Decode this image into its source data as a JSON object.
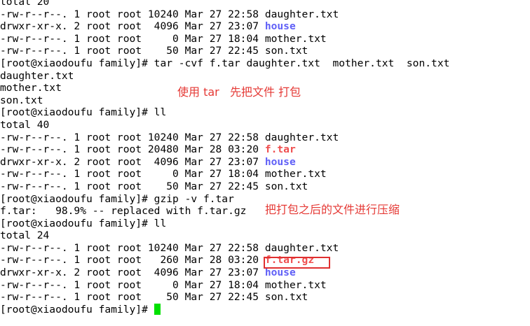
{
  "terminal": {
    "lines": [
      [
        {
          "t": "total 20"
        }
      ],
      [
        {
          "t": "-rw-r--r--. 1 root root 10240 Mar 27 22:58 "
        },
        {
          "t": "daughter.txt"
        }
      ],
      [
        {
          "t": "drwxr-xr-x. 2 root root  4096 Mar 27 23:07 "
        },
        {
          "t": "house",
          "c": "dir"
        }
      ],
      [
        {
          "t": "-rw-r--r--. 1 root root     0 Mar 27 18:04 "
        },
        {
          "t": "mother.txt"
        }
      ],
      [
        {
          "t": "-rw-r--r--. 1 root root    50 Mar 27 22:45 "
        },
        {
          "t": "son.txt"
        }
      ],
      [
        {
          "t": "[root@xiaodoufu family]# tar -cvf f.tar daughter.txt  mother.txt  son.txt"
        }
      ],
      [
        {
          "t": "daughter.txt"
        }
      ],
      [
        {
          "t": "mother.txt"
        }
      ],
      [
        {
          "t": "son.txt"
        }
      ],
      [
        {
          "t": "[root@xiaodoufu family]# ll"
        }
      ],
      [
        {
          "t": "total 40"
        }
      ],
      [
        {
          "t": "-rw-r--r--. 1 root root 10240 Mar 27 22:58 "
        },
        {
          "t": "daughter.txt"
        }
      ],
      [
        {
          "t": "-rw-r--r--. 1 root root 20480 Mar 28 03:20 "
        },
        {
          "t": "f.tar",
          "c": "archive"
        }
      ],
      [
        {
          "t": "drwxr-xr-x. 2 root root  4096 Mar 27 23:07 "
        },
        {
          "t": "house",
          "c": "dir"
        }
      ],
      [
        {
          "t": "-rw-r--r--. 1 root root     0 Mar 27 18:04 "
        },
        {
          "t": "mother.txt"
        }
      ],
      [
        {
          "t": "-rw-r--r--. 1 root root    50 Mar 27 22:45 "
        },
        {
          "t": "son.txt"
        }
      ],
      [
        {
          "t": "[root@xiaodoufu family]# gzip -v f.tar"
        }
      ],
      [
        {
          "t": "f.tar:   98.9% -- replaced with f.tar.gz"
        }
      ],
      [
        {
          "t": "[root@xiaodoufu family]# ll"
        }
      ],
      [
        {
          "t": "total 24"
        }
      ],
      [
        {
          "t": "-rw-r--r--. 1 root root 10240 Mar 27 22:58 "
        },
        {
          "t": "daughter.txt"
        }
      ],
      [
        {
          "t": "-rw-r--r--. 1 root root   260 Mar 28 03:20 "
        },
        {
          "t": "f.tar.gz",
          "c": "archive"
        }
      ],
      [
        {
          "t": "drwxr-xr-x. 2 root root  4096 Mar 27 23:07 "
        },
        {
          "t": "house",
          "c": "dir"
        }
      ],
      [
        {
          "t": "-rw-r--r--. 1 root root     0 Mar 27 18:04 "
        },
        {
          "t": "mother.txt"
        }
      ],
      [
        {
          "t": "-rw-r--r--. 1 root root    50 Mar 27 22:45 "
        },
        {
          "t": "son.txt"
        }
      ],
      [
        {
          "t": "[root@xiaodoufu family]# "
        },
        {
          "t": "",
          "c": "cursor"
        }
      ]
    ]
  },
  "annotations": {
    "note_1": "使用 tar   先把文件 打包",
    "note_2": "把打包之后的文件进行压缩"
  },
  "colors": {
    "background": "#ffffff",
    "text": "#000000",
    "directory": "#5f5ff7",
    "archive": "#ef4f4f",
    "cursor": "#00e000",
    "annotation": "#e53935",
    "highlight_box": "#e03030"
  }
}
